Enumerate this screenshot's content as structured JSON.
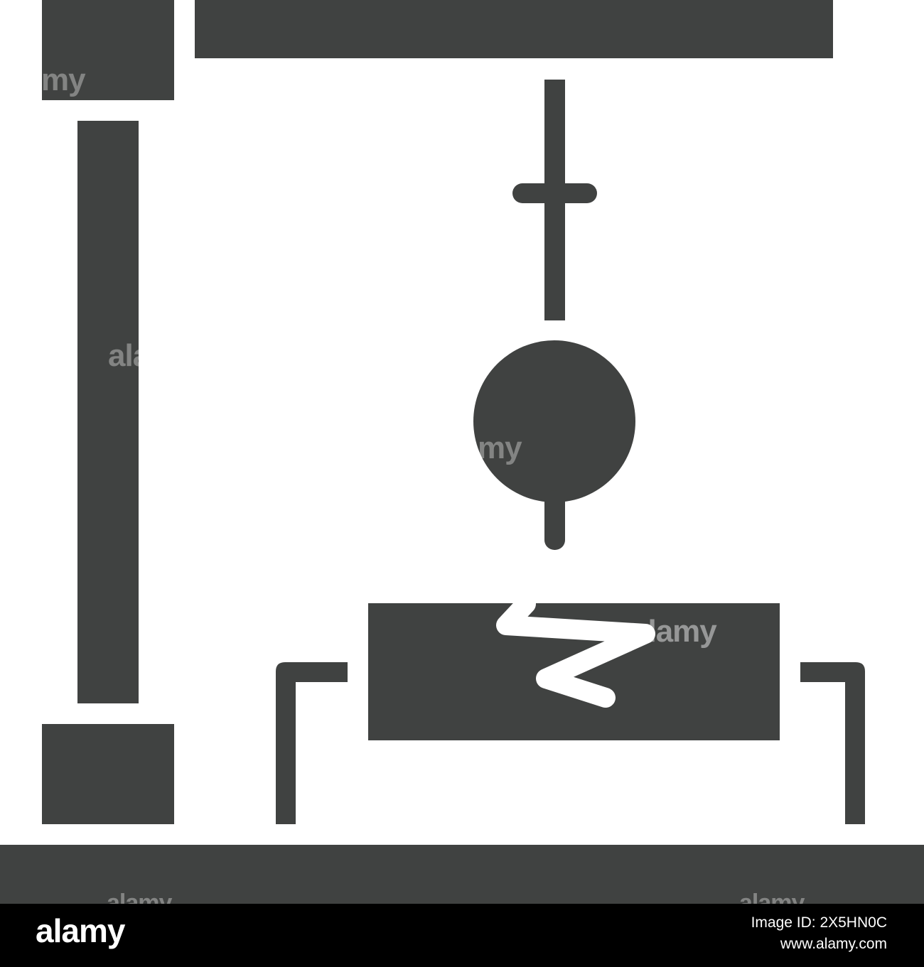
{
  "icon": {
    "name": "impact-test-apparatus-icon",
    "fill_color": "#404241",
    "background_color": "#ffffff",
    "crack_color": "#ffffff"
  },
  "watermarks": {
    "text": "alamy",
    "fragment_1": "my",
    "fragment_2": "ala",
    "fragment_3": "my",
    "fragment_4": "alamy",
    "fragment_5": "alamy",
    "fragment_6": "alamy"
  },
  "footer": {
    "background_color": "#000000",
    "logo_text": "alamy",
    "image_id": "Image ID: 2X5HN0C",
    "url": "www.alamy.com"
  }
}
